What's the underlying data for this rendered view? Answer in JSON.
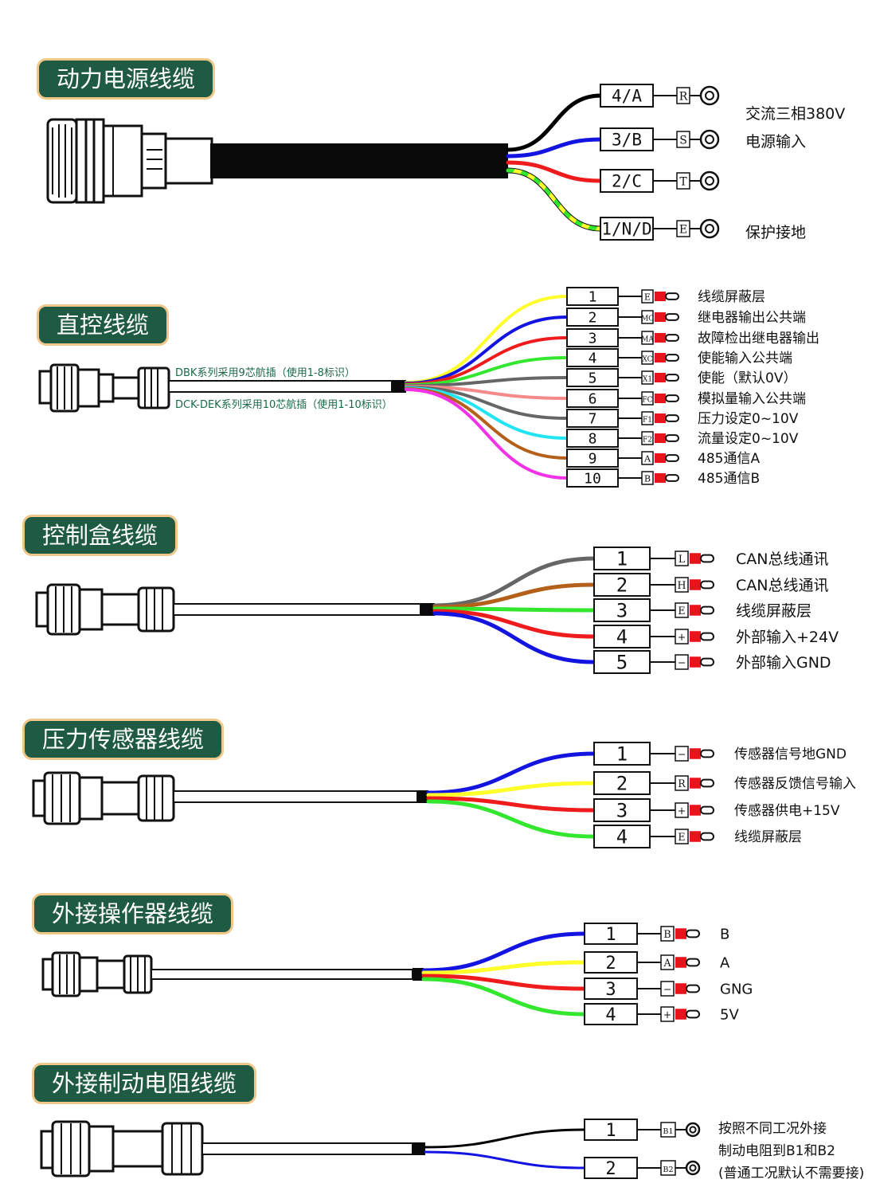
{
  "colors": {
    "badge_bg": "#1f5a43",
    "badge_border": "#f0c98a",
    "black": "#000000",
    "blue": "#1414e0",
    "red": "#ee1c1c",
    "yellow": "#ffff2a",
    "green": "#33e62e",
    "gray": "#666666",
    "pink": "#f58a8a",
    "cyan": "#22e4f2",
    "brown": "#b4601a",
    "magenta": "#f232e6"
  },
  "sections": [
    {
      "title": "动力电源线缆",
      "notes": [],
      "wires": [
        {
          "num": "4/A",
          "code": "R",
          "color": "black",
          "label": "交流三相380V",
          "term": "ring"
        },
        {
          "num": "3/B",
          "code": "S",
          "color": "blue",
          "label": "电源输入",
          "term": "ring"
        },
        {
          "num": "2/C",
          "code": "T",
          "color": "red",
          "label": "",
          "term": "ring"
        },
        {
          "num": "1/N/D",
          "code": "E",
          "color": "yellow-green",
          "label": "保护接地",
          "term": "ring"
        }
      ]
    },
    {
      "title": "直控线缆",
      "notes": [
        "DBK系列采用9芯航插（使用1-8标识）",
        "DCK-DEK系列采用10芯航插（使用1-10标识）"
      ],
      "wires": [
        {
          "num": "1",
          "code": "E",
          "color": "yellow",
          "label": "线缆屏蔽层",
          "term": "pin"
        },
        {
          "num": "2",
          "code": "MC",
          "color": "blue",
          "label": "继电器输出公共端",
          "term": "pin"
        },
        {
          "num": "3",
          "code": "MA",
          "color": "red",
          "label": "故障检出继电器输出",
          "term": "pin"
        },
        {
          "num": "4",
          "code": "XC",
          "color": "green",
          "label": "使能输入公共端",
          "term": "pin"
        },
        {
          "num": "5",
          "code": "X1",
          "color": "gray",
          "label": "使能（默认0V）",
          "term": "pin"
        },
        {
          "num": "6",
          "code": "FC",
          "color": "pink",
          "label": "模拟量输入公共端",
          "term": "pin"
        },
        {
          "num": "7",
          "code": "F1",
          "color": "gray",
          "label": "压力设定0~10V",
          "term": "pin"
        },
        {
          "num": "8",
          "code": "F2",
          "color": "cyan",
          "label": "流量设定0~10V",
          "term": "pin"
        },
        {
          "num": "9",
          "code": "A",
          "color": "brown",
          "label": "485通信A",
          "term": "pin"
        },
        {
          "num": "10",
          "code": "B",
          "color": "magenta",
          "label": "485通信B",
          "term": "pin"
        }
      ]
    },
    {
      "title": "控制盒线缆",
      "notes": [],
      "wires": [
        {
          "num": "1",
          "code": "L",
          "color": "gray",
          "label": "CAN总线通讯",
          "term": "pin"
        },
        {
          "num": "2",
          "code": "H",
          "color": "brown",
          "label": "CAN总线通讯",
          "term": "pin"
        },
        {
          "num": "3",
          "code": "E",
          "color": "green",
          "label": "线缆屏蔽层",
          "term": "pin"
        },
        {
          "num": "4",
          "code": "+",
          "color": "red",
          "label": "外部输入+24V",
          "term": "pin"
        },
        {
          "num": "5",
          "code": "−",
          "color": "blue",
          "label": "外部输入GND",
          "term": "pin"
        }
      ]
    },
    {
      "title": "压力传感器线缆",
      "notes": [],
      "wires": [
        {
          "num": "1",
          "code": "−",
          "color": "blue",
          "label": "传感器信号地GND",
          "term": "pin"
        },
        {
          "num": "2",
          "code": "R",
          "color": "yellow",
          "label": "传感器反馈信号输入",
          "term": "pin"
        },
        {
          "num": "3",
          "code": "+",
          "color": "red",
          "label": "传感器供电+15V",
          "term": "pin"
        },
        {
          "num": "4",
          "code": "E",
          "color": "green",
          "label": "线缆屏蔽层",
          "term": "pin"
        }
      ]
    },
    {
      "title": "外接操作器线缆",
      "notes": [],
      "wires": [
        {
          "num": "1",
          "code": "B",
          "color": "blue",
          "label": "B",
          "term": "pin"
        },
        {
          "num": "2",
          "code": "A",
          "color": "yellow",
          "label": "A",
          "term": "pin"
        },
        {
          "num": "3",
          "code": "−",
          "color": "red",
          "label": "GNG",
          "term": "pin"
        },
        {
          "num": "4",
          "code": "+",
          "color": "green",
          "label": "5V",
          "term": "pin"
        }
      ]
    },
    {
      "title": "外接制动电阻线缆",
      "notes": [],
      "side_text": [
        "按照不同工况外接",
        "制动电阻到B1和B2",
        "(普通工况默认不需要接)"
      ],
      "wires": [
        {
          "num": "1",
          "code": "B1",
          "color": "black",
          "label": "",
          "term": "ring"
        },
        {
          "num": "2",
          "code": "B2",
          "color": "blue",
          "label": "",
          "term": "ring"
        }
      ]
    }
  ]
}
